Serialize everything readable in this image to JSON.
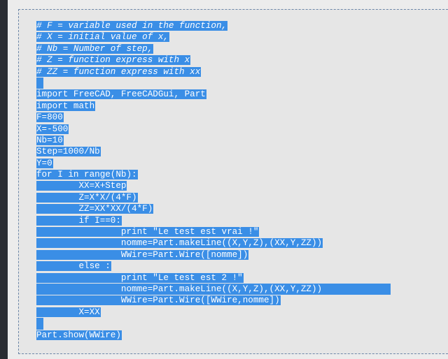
{
  "code_lines": [
    "# F = variable used in the function,",
    "# X = initial value of x,",
    "# Nb = Number of step,",
    "# Z = function express with x",
    "# ZZ = function express with xx",
    "",
    "import FreeCAD, FreeCADGui, Part",
    "import math",
    "F=800",
    "X=-500",
    "Nb=10",
    "Step=1000/Nb",
    "Y=0",
    "for I in range(Nb):",
    "        XX=X+Step",
    "        Z=X*X/(4*F)",
    "        ZZ=XX*XX/(4*F)",
    "        if I==0:",
    "                print \"Le test est vrai !\"",
    "                nomme=Part.makeLine((X,Y,Z),(XX,Y,ZZ))",
    "                WWire=Part.Wire([nomme])",
    "        else :",
    "                print \"Le test est 2 !\"",
    "                nomme=Part.makeLine((X,Y,Z),(XX,Y,ZZ))",
    "                WWire=Part.Wire([WWire,nomme])",
    "        X=XX",
    "",
    "Part.show(WWire)"
  ],
  "colors": {
    "selection": "#3a8ee6",
    "code_background": "#e6e6e6",
    "page_background": "#ececec",
    "dark_margin": "#2a2d33",
    "border": "#6d87a8"
  }
}
